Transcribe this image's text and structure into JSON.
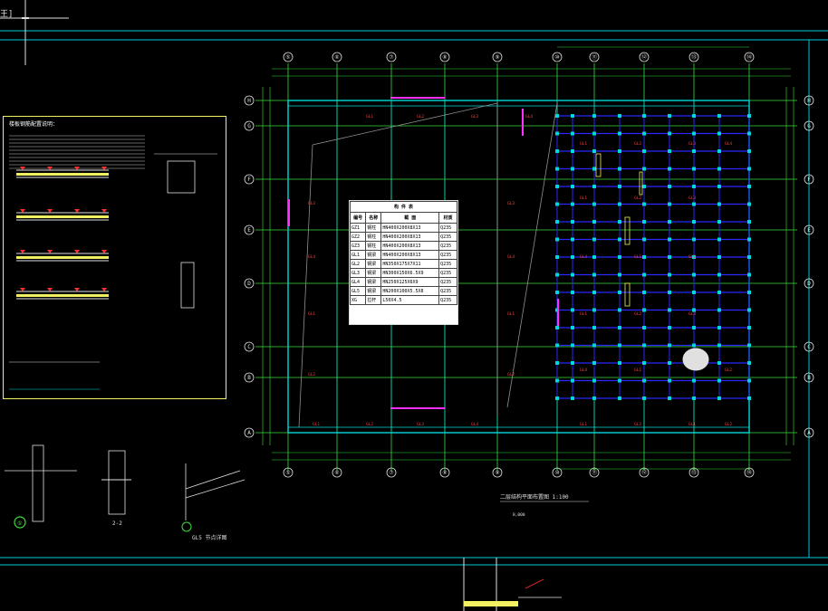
{
  "app": {
    "corner_tag": "王]"
  },
  "colors": {
    "background": "#000000",
    "axis_green": "#3cdc3c",
    "beam_cyan": "#00d8d8",
    "beam_blue": "#2828ff",
    "label_red": "#ff3030",
    "note_yellow": "#f0f060",
    "magenta": "#ff30ff"
  },
  "plan": {
    "top_axes": [
      "⑤",
      "⑥",
      "⑦",
      "⑧",
      "⑨",
      "⑩",
      "⑪",
      "⑫",
      "⑬",
      "⑭"
    ],
    "side_axes": [
      "H",
      "G",
      "F",
      "E",
      "D",
      "C",
      "B",
      "A"
    ],
    "beam_labels": [
      "GL1",
      "GL2",
      "GL3",
      "GL4",
      "GL1",
      "GL2",
      "GL3",
      "GL4",
      "GL1",
      "GL2"
    ],
    "caption": "二层结构平面布置图 1:100",
    "caption_note": "8,000"
  },
  "legend": {
    "title": "构 件 表",
    "headers": [
      "编号",
      "名称",
      "截 面",
      "材质"
    ],
    "rows": [
      [
        "GZ1",
        "钢柱",
        "HN400X200X8X13",
        "Q235"
      ],
      [
        "GZ2",
        "钢柱",
        "HN400X200X8X13",
        "Q235"
      ],
      [
        "GZ3",
        "钢柱",
        "HN400X200X8X13",
        "Q235"
      ],
      [
        "GL1",
        "钢梁",
        "HN400X200X8X13",
        "Q235"
      ],
      [
        "GL2",
        "钢梁",
        "HN350X175X7X11",
        "Q235"
      ],
      [
        "GL3",
        "钢梁",
        "HN300X150X6.5X9",
        "Q235"
      ],
      [
        "GL4",
        "钢梁",
        "HN250X125X6X9",
        "Q235"
      ],
      [
        "GL5",
        "钢梁",
        "HN200X100X5.5X8",
        "Q235"
      ],
      [
        "XG",
        "拉杆",
        "L50X4.5",
        "Q235"
      ]
    ]
  },
  "notes": {
    "title": "楼板钢筋配置说明：",
    "section_label": "2-2",
    "detail_label": "GL5 节点详图",
    "node_label": "①"
  }
}
